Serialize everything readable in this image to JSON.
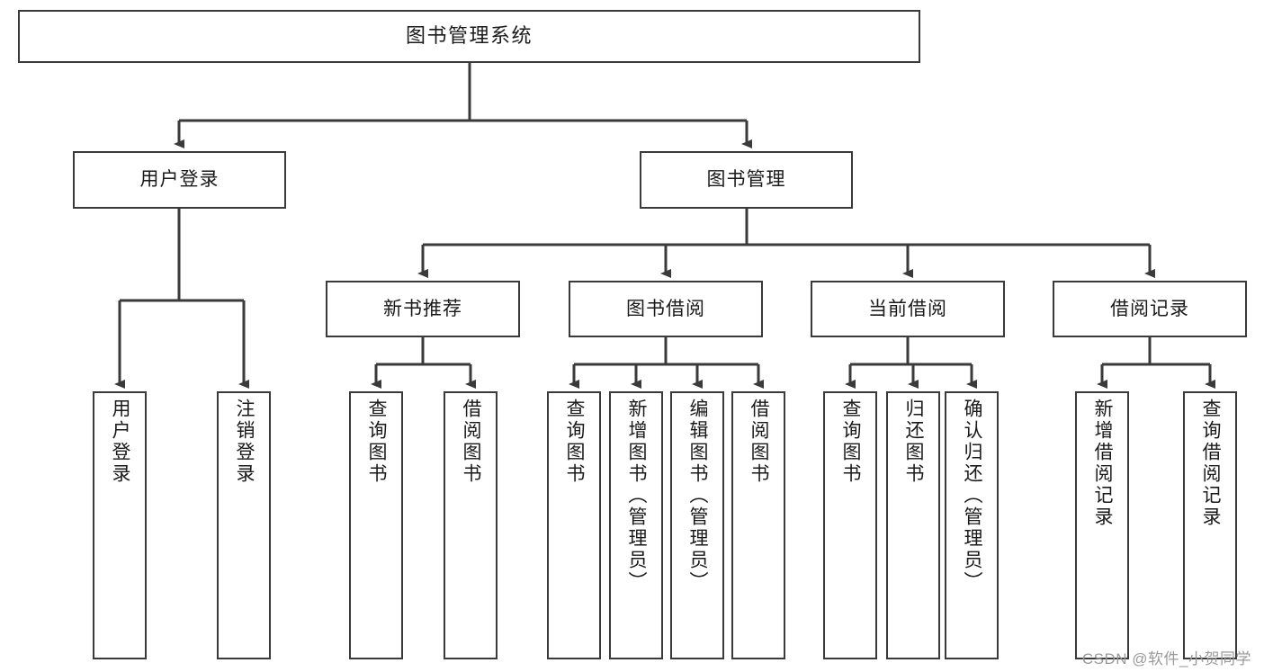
{
  "diagram": {
    "title": "图书管理系统",
    "type": "tree",
    "watermark": "CSDN @软件_小贺同学",
    "colors": {
      "box_border": "#3a3a3a",
      "box_fill": "#ffffff",
      "connector": "#3a3a3a",
      "text": "#1a1a1a",
      "watermark": "#9a9a9a",
      "background": "#ffffff"
    },
    "nodes": {
      "root": {
        "label": "图书管理系统"
      },
      "level2": [
        {
          "id": "user-login",
          "label": "用户登录"
        },
        {
          "id": "book-management",
          "label": "图书管理"
        }
      ],
      "level3": [
        {
          "id": "new-book-recommend",
          "label": "新书推荐"
        },
        {
          "id": "book-borrow",
          "label": "图书借阅"
        },
        {
          "id": "current-borrow",
          "label": "当前借阅"
        },
        {
          "id": "borrow-record",
          "label": "借阅记录"
        }
      ],
      "leaves": {
        "user_login": [
          {
            "id": "leaf-user-login",
            "label": "用户登录"
          },
          {
            "id": "leaf-logout-login",
            "label": "注销登录"
          }
        ],
        "new_book_recommend": [
          {
            "id": "leaf-query-book-1",
            "label": "查询图书"
          },
          {
            "id": "leaf-borrow-book-1",
            "label": "借阅图书"
          }
        ],
        "book_borrow": [
          {
            "id": "leaf-query-book-2",
            "label": "查询图书"
          },
          {
            "id": "leaf-add-book",
            "label": "新增图书（管理员）"
          },
          {
            "id": "leaf-edit-book",
            "label": "编辑图书（管理员）"
          },
          {
            "id": "leaf-borrow-book-2",
            "label": "借阅图书"
          }
        ],
        "current_borrow": [
          {
            "id": "leaf-query-book-3",
            "label": "查询图书"
          },
          {
            "id": "leaf-return-book",
            "label": "归还图书"
          },
          {
            "id": "leaf-confirm-return",
            "label": "确认归还（管理员）"
          }
        ],
        "borrow_record": [
          {
            "id": "leaf-add-record",
            "label": "新增借阅记录"
          },
          {
            "id": "leaf-query-record",
            "label": "查询借阅记录"
          }
        ]
      }
    }
  }
}
